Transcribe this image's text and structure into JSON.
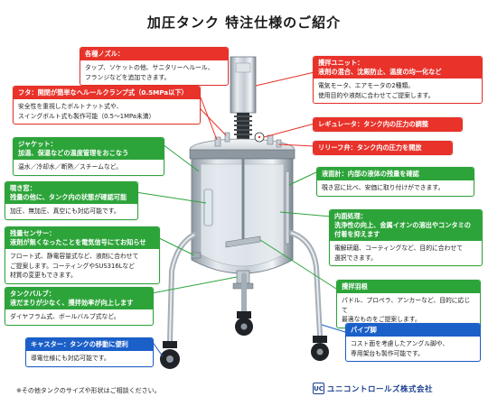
{
  "title": "加圧タンク 特注仕様のご紹介",
  "callouts": {
    "nozzle": {
      "head": "各種ノズル：",
      "lines": [
        "タップ、ソケットの他、サニタリーヘルール、",
        "フランジなどを追加できます。"
      ]
    },
    "lid": {
      "head": "フタ：開閉が簡単なヘルールクランプ式（0.5MPa以下）",
      "lines": [
        "安全性を重視したボルトナット式や、",
        "スイングボルト式も製作可能（0.5～1MPa未満）"
      ]
    },
    "jacket": {
      "head": "ジャケット：",
      "sub": "加温、保温などの温度管理をおこなう",
      "lines": [
        "温水／冷却水／断熱／スチームなど。"
      ]
    },
    "window": {
      "head": "覗き窓：",
      "sub": "残量の他に、タンク内の状態が確認可能",
      "lines": [
        "加圧、無加圧、真空にも対応可能です。"
      ]
    },
    "sensor": {
      "head": "残量センサー：",
      "sub": "液剤が無くなったことを電気信号にてお知らせ",
      "lines": [
        "フロート式、静電容量式など、液剤に合わせて",
        "ご提案します。コーティングやSUS316Lなど",
        "材質の変更もできます。"
      ]
    },
    "valve": {
      "head": "タンクバルブ：",
      "sub": "液だまりが少なく、攪拌効率が向上します",
      "lines": [
        "ダイヤフラム式、ボールバルブ式など。"
      ]
    },
    "caster": {
      "head": "キャスター：タンクの移動に便利",
      "lines": [
        "導電仕様にも対応可能です。"
      ]
    },
    "mixer": {
      "head": "攪拌ユニット：",
      "sub": "液剤の混合、沈殿防止、温度の均一化など",
      "lines": [
        "電気モータ、エアモータの2種類。",
        "使用目的や液剤に合わせてご提案します。"
      ]
    },
    "regulator": {
      "head": "レギュレータ：タンク内の圧力の調整"
    },
    "relief": {
      "head": "リリーフ弁：タンク内の圧力を開放"
    },
    "gauge": {
      "head": "液面計：内部の液体の残量を確認",
      "lines": [
        "覗き窓に比べ、安価に取り付けができます。"
      ]
    },
    "inner": {
      "head": "内面処理：",
      "sub": "洗浄性の向上、金属イオンの溶出やコンタミの",
      "sub2": "付着を抑えます",
      "lines": [
        "電解研磨、コーティングなど、目的に合わせて",
        "選択できます。"
      ]
    },
    "blade": {
      "head": "攪拌羽根",
      "lines": [
        "パドル、プロペラ、アンカーなど、目的に応じて",
        "最適なものをご提案します。"
      ]
    },
    "pipe": {
      "head": "パイプ脚",
      "lines": [
        "コスト面を考慮したアングル脚や、",
        "専用架台も製作可能です。"
      ]
    }
  },
  "footnote": "※その他タンクのサイズや形状はご相談ください。",
  "company": {
    "mark": "UC",
    "name": "ユニコントロールズ株式会社"
  },
  "colors": {
    "red": "#e8322a",
    "green": "#2da43a",
    "blue": "#1b5fc9",
    "brand": "#1a3f8f"
  }
}
